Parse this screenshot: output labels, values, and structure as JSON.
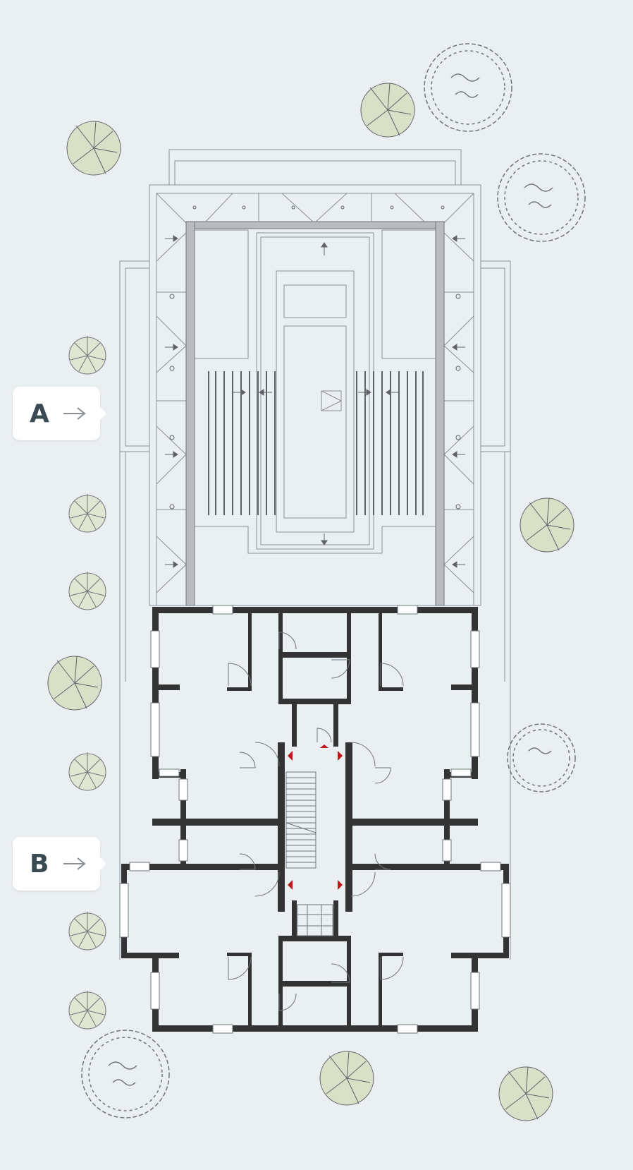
{
  "section_markers": [
    {
      "id": "A",
      "label": "A"
    },
    {
      "id": "B",
      "label": "B"
    }
  ],
  "colors": {
    "background": "#eaeff1",
    "wall": "#333333",
    "line": "#8a9096",
    "tree_fill": "#d8e0c8",
    "exit_marker": "#c0161c",
    "callout_bg": "#ffffff",
    "callout_text": "#3a4a52"
  },
  "icons": [
    "arrow-right-icon",
    "tree-icon",
    "shrub-icon",
    "grass-icon",
    "door-swing-icon",
    "exit-marker-icon"
  ]
}
